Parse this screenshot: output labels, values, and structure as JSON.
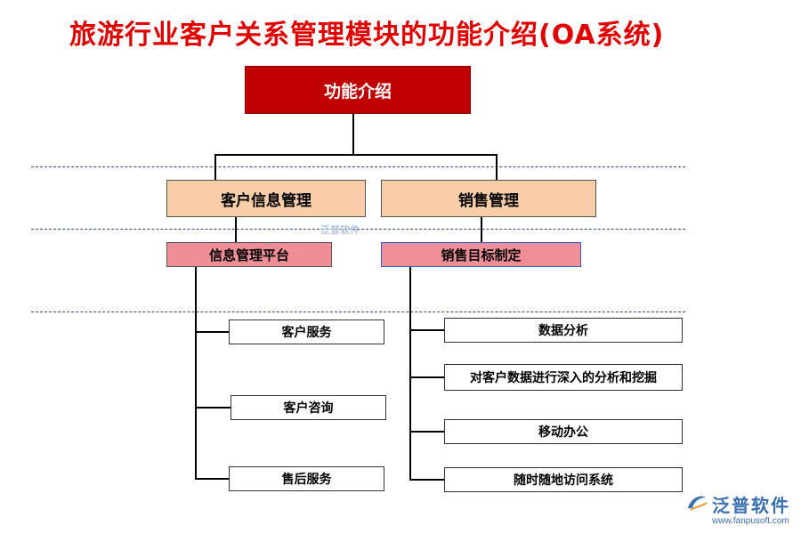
{
  "title": "旅游行业客户关系管理模块的功能介绍(OA系统)",
  "root": "功能介绍",
  "branches": [
    {
      "label": "客户信息管理",
      "sub": "信息管理平台",
      "leaves": [
        "客户服务",
        "客户咨询",
        "售后服务"
      ]
    },
    {
      "label": "销售管理",
      "sub": "销售目标制定",
      "leaves": [
        "数据分析",
        "对客户数据进行深入的分析和挖掘",
        "移动办公",
        "随时随地访问系统"
      ]
    }
  ],
  "watermark": "泛普软件",
  "logo": {
    "name": "泛普软件",
    "url": "www.fanpusoft.com",
    "brand_color": "#3a6fb0"
  },
  "colors": {
    "title": "#e00000",
    "root": "#c00000",
    "level1": "#f9cda8",
    "level2": "#ef8e96"
  }
}
